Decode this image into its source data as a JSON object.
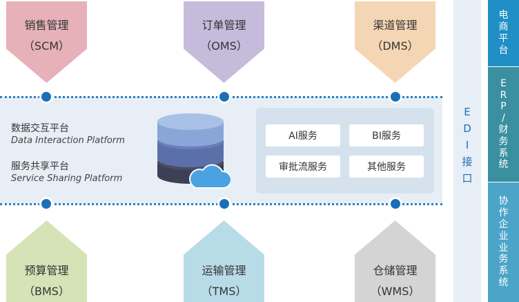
{
  "top_modules": [
    {
      "name": "销售管理",
      "code": "（SCM）",
      "color": "#e6b1b8"
    },
    {
      "name": "订单管理",
      "code": "（OMS）",
      "color": "#c5bcdc"
    },
    {
      "name": "渠道管理",
      "code": "（DMS）",
      "color": "#f5d6b4"
    }
  ],
  "bottom_modules": [
    {
      "name": "预算管理",
      "code": "（BMS）",
      "color": "#d5e3b6"
    },
    {
      "name": "运输管理",
      "code": "（TMS）",
      "color": "#b8dbe8"
    },
    {
      "name": "仓储管理",
      "code": "（WMS）",
      "color": "#d4d4d4"
    }
  ],
  "platforms": [
    {
      "cn": "数据交互平台",
      "en": "Data Interaction Platform"
    },
    {
      "cn": "服务共享平台",
      "en": "Service Sharing Platform"
    }
  ],
  "services": [
    "AI服务",
    "BI服务",
    "审批流服务",
    "其他服务"
  ],
  "edi_label": [
    "E",
    "D",
    "I",
    "接",
    "口"
  ],
  "systems": [
    {
      "label": [
        "电",
        "商",
        "平",
        "台"
      ],
      "color": "#1f8fc6"
    },
    {
      "label": [
        "E",
        "R",
        "P",
        "/",
        "财",
        "务",
        "系",
        "统"
      ],
      "color": "#3a8fa0"
    },
    {
      "label": [
        "协",
        "作",
        "企",
        "业",
        "业",
        "务",
        "系",
        "统"
      ],
      "color": "#4ca4c9"
    }
  ],
  "colors": {
    "band": "#e7eef5",
    "node": "#1b6fb8",
    "db_top": "#8aa6d8",
    "db_mid": "#5b6fa8",
    "db_bottom": "#3d3f55",
    "cloud": "#4aa3e0"
  }
}
